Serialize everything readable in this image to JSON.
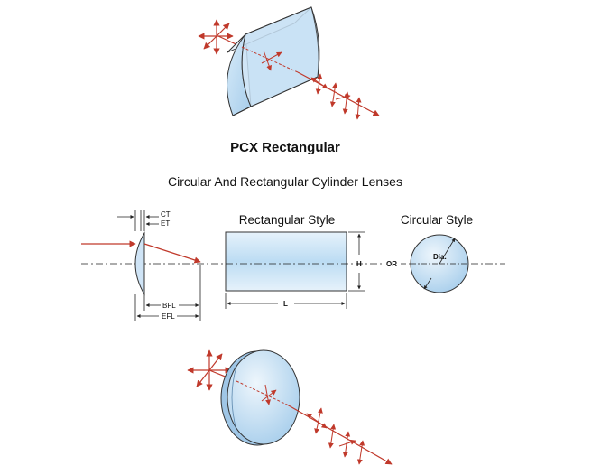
{
  "labels": {
    "pcx_title": "PCX Rectangular",
    "subtitle": "Circular And Rectangular Cylinder Lenses",
    "rect_style": "Rectangular Style",
    "circ_style": "Circular Style",
    "ct": "CT",
    "et": "ET",
    "bfl": "BFL",
    "efl": "EFL",
    "l": "L",
    "h": "H",
    "or": "OR",
    "dia": "Dia."
  },
  "colors": {
    "lens_fill": "#cfe6f7",
    "lens_light": "#e8f3fb",
    "lens_dark": "#9fc6e6",
    "lens_stroke": "#333333",
    "ray": "#c0392b",
    "line": "#222222"
  }
}
